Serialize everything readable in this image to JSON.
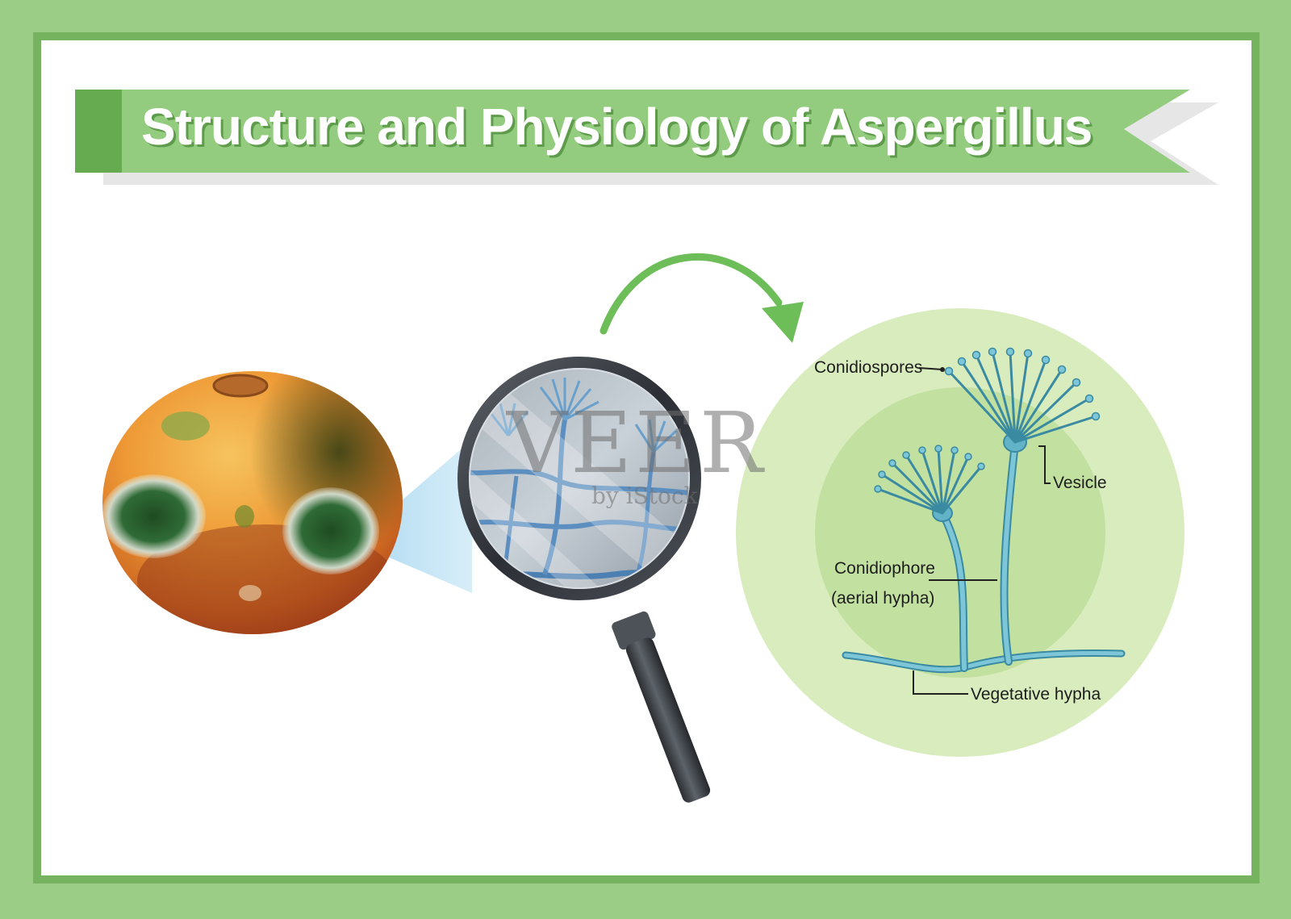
{
  "title": "Structure and Physiology of Aspergillus",
  "labels": {
    "conidiospores": "Conidiospores",
    "vesicle": "Vesicle",
    "conidiophore": "Conidiophore",
    "conidiophore_sub": "(aerial hypha)",
    "vegetative_hypha": "Vegetative hypha"
  },
  "watermark": {
    "main": "VEER",
    "sub": "by iStock"
  },
  "colors": {
    "frame": "#9ccd86",
    "frame_border": "#76b35f",
    "banner": "#94cc7f",
    "banner_dark": "#66ab4f",
    "arrow": "#6dbd59",
    "circle_outer": "#d8ecbe",
    "circle_inner": "#c2e0a0",
    "hypha": "#63b3c8",
    "hypha_stroke": "#3a8aa2"
  }
}
